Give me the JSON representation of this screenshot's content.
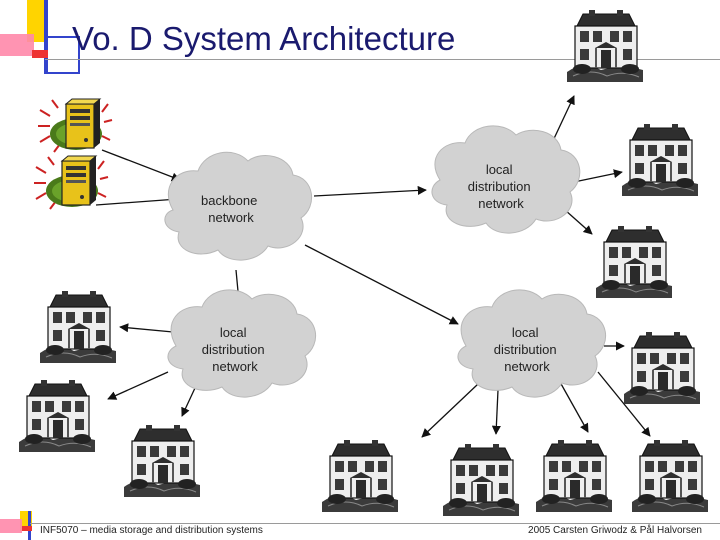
{
  "title": "Vo. D System Architecture",
  "footer": {
    "left": "INF5070 – media storage and distribution systems",
    "right": "2005 Carsten Griwodz & Pål Halvorsen"
  },
  "clouds": [
    {
      "id": "backbone",
      "lines": [
        "backbone",
        "network"
      ]
    },
    {
      "id": "ldn-top",
      "lines": [
        "local",
        "distribution",
        "network"
      ]
    },
    {
      "id": "ldn-left",
      "lines": [
        "local",
        "distribution",
        "network"
      ]
    },
    {
      "id": "ldn-right",
      "lines": [
        "local",
        "distribution",
        "network"
      ]
    }
  ],
  "icons": {
    "server": "server-icon",
    "house": "house-icon"
  },
  "colors": {
    "title": "#1a1a6e",
    "cloud_fill": "#d2d2d2",
    "cloud_stroke": "#b8b8b8",
    "accent_yellow": "#ffd400",
    "accent_blue": "#3344cc",
    "accent_red": "#ee3333",
    "accent_pink": "#ff88aa"
  }
}
